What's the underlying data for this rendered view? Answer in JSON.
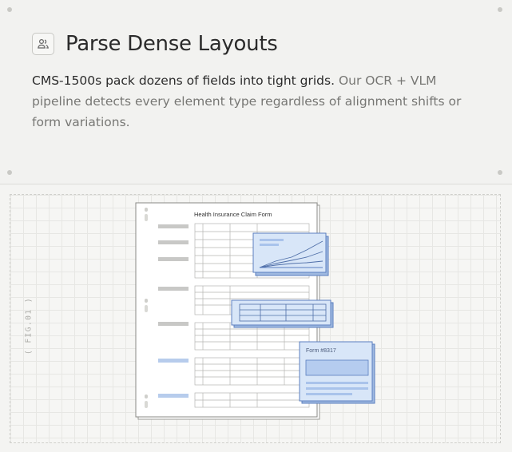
{
  "header": {
    "icon": "users-icon",
    "title": "Parse Dense Layouts",
    "description_main": "CMS-1500s pack dozens of fields into tight grids.",
    "description_muted": "Our OCR + VLM pipeline detects every element type regardless of alignment shifts or form variations."
  },
  "figure": {
    "label": "( FIG.01 )",
    "form_title": "Health Insurance Claim Form",
    "card_label": "Form #8317"
  },
  "colors": {
    "accent_blue": "#c9dcf5",
    "accent_stroke": "#5b7fbf",
    "paper": "#ffffff"
  }
}
